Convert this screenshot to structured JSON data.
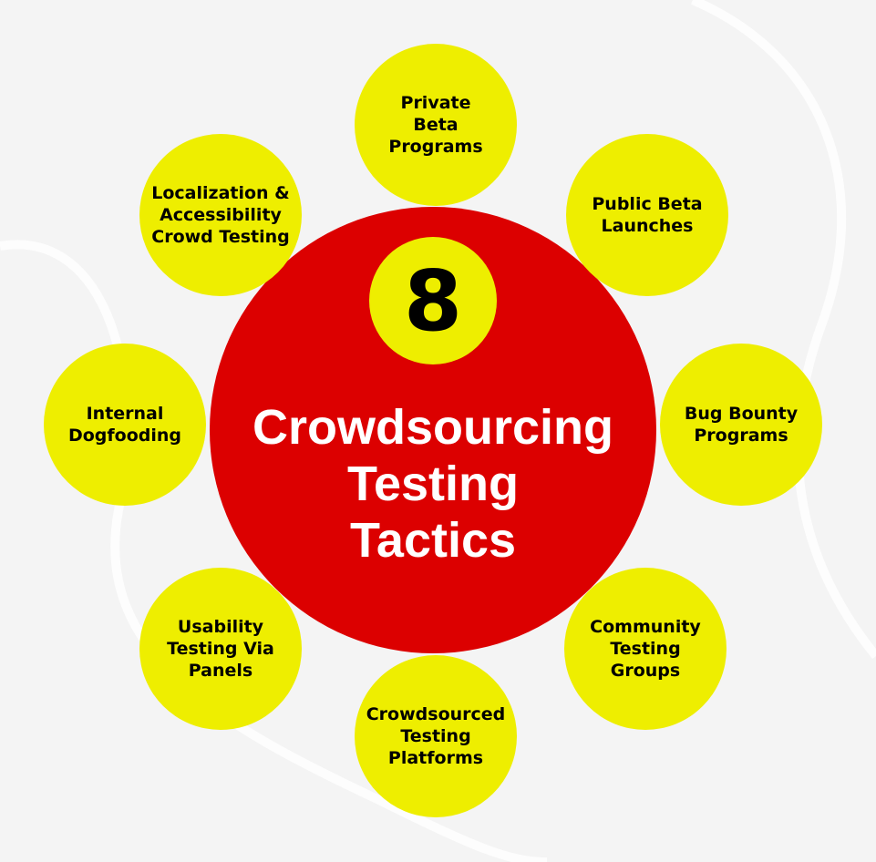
{
  "number": "8",
  "title_lines": [
    "Crowdsourcing",
    "Testing",
    "Tactics"
  ],
  "tactics": [
    {
      "label": "Private Beta Programs"
    },
    {
      "label": "Public Beta Launches"
    },
    {
      "label": "Bug Bounty Programs"
    },
    {
      "label": "Community Testing Groups"
    },
    {
      "label": "Crowdsourced Testing Platforms"
    },
    {
      "label": "Usability Testing Via Panels"
    },
    {
      "label": "Internal Dogfooding"
    },
    {
      "label": "Localization & Accessibility Crowd Testing"
    }
  ],
  "colors": {
    "center": "#dc0000",
    "node": "#eeee00",
    "background": "#f4f4f4"
  }
}
